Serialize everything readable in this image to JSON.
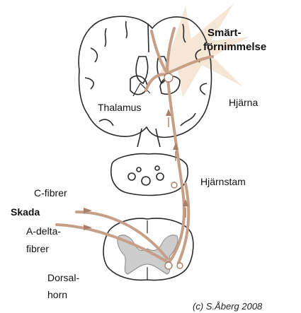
{
  "labels": {
    "pain_sensation_line1": "Smärt-",
    "pain_sensation_line2": "förnimmelse",
    "brain": "Hjärna",
    "thalamus": "Thalamus",
    "brainstem": "Hjärnstam",
    "c_fibers": "C-fibrer",
    "injury": "Skada",
    "a_delta_line1": "A-delta-",
    "a_delta_line2": "fibrer",
    "dorsal_horn_line1": "Dorsal-",
    "dorsal_horn_line2": "horn",
    "copyright": "(c) S.Åberg 2008"
  },
  "colors": {
    "pathway": "#c79f86",
    "pathway_dark": "#a77f68",
    "outline": "#2a2a2a",
    "glow": "#f4e5d4",
    "gray_matter": "#cdcdcd",
    "background": "#ffffff"
  },
  "icons": {
    "pain_burst": "starburst",
    "ascending_arrow": "arrow-up"
  }
}
